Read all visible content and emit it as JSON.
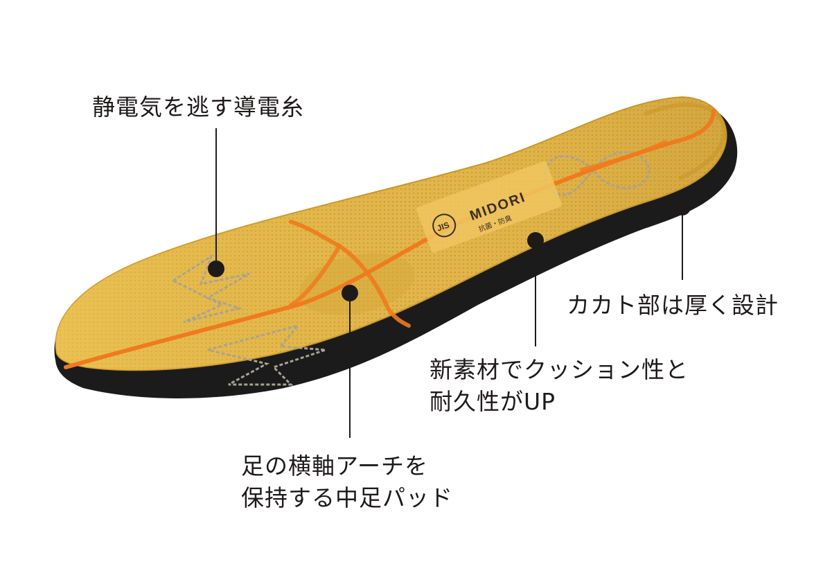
{
  "callouts": {
    "static_thread": {
      "lines": [
        "静電気を逃す導電糸"
      ]
    },
    "heel_thickness": {
      "lines": [
        "カカト部は厚く設計"
      ]
    },
    "new_material": {
      "lines": [
        "新素材でクッション性と",
        "耐久性がUP"
      ]
    },
    "arch_pad": {
      "lines": [
        "足の横軸アーチを",
        "保持する中足パッド"
      ]
    }
  },
  "insole_print": {
    "brand": "MIDORI",
    "mark": "JIS",
    "tag": "抗菌・防臭"
  },
  "colors": {
    "background": "#ffffff",
    "insole_surface": "#e4b84a",
    "insole_edge": "#c9962a",
    "sole_black": "#1b1b1b",
    "conductive_thread": "#f07a1e",
    "stitch_gray": "#a9a294",
    "callout_line": "#1f1a1a",
    "label_patch": "#f0c560"
  }
}
